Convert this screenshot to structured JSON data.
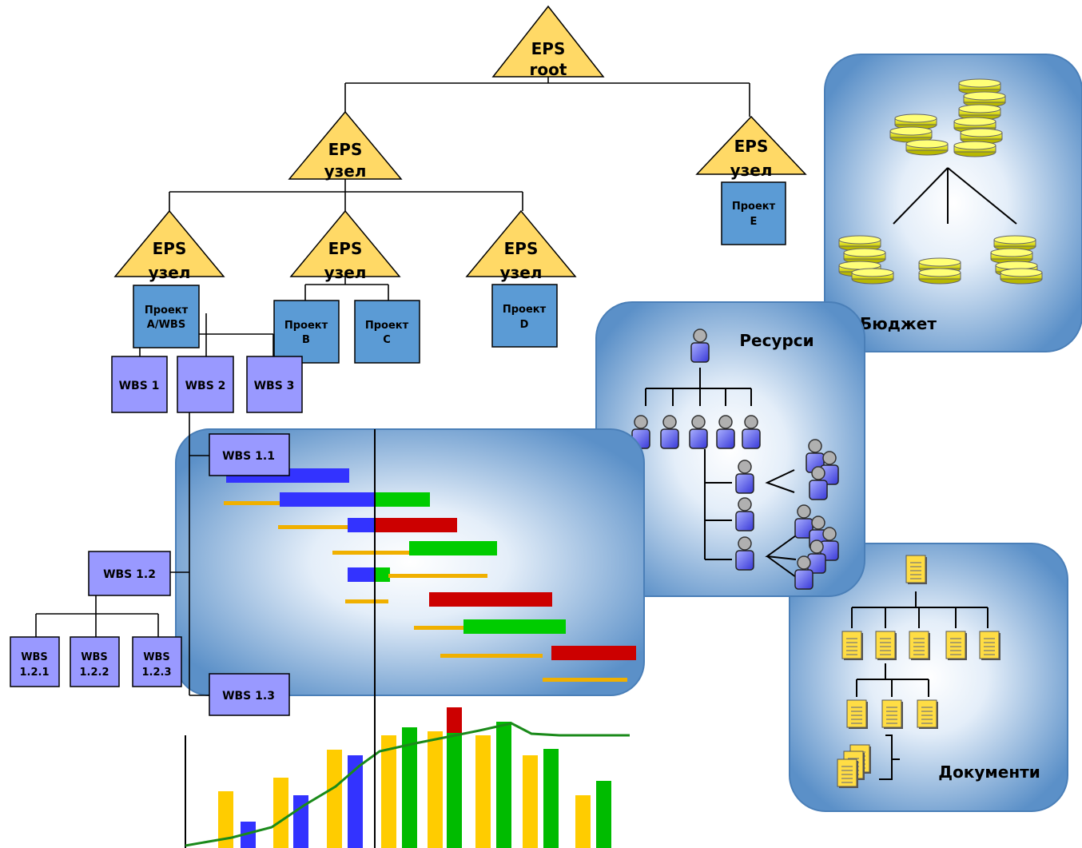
{
  "eps": {
    "root": [
      "EPS",
      "root"
    ],
    "node_top": [
      "EPS",
      "узел"
    ],
    "node_right": [
      "EPS",
      "узел"
    ],
    "node_a": [
      "EPS",
      "узел"
    ],
    "node_bc": [
      "EPS",
      "узел"
    ],
    "node_d": [
      "EPS",
      "узел"
    ]
  },
  "projects": {
    "a": [
      "Проект",
      "A/WBS"
    ],
    "b": [
      "Проект",
      "B"
    ],
    "c": [
      "Проект",
      "C"
    ],
    "d": [
      "Проект",
      "D"
    ],
    "e": [
      "Проект",
      "E"
    ]
  },
  "wbs": {
    "w1": "WBS 1",
    "w2": "WBS 2",
    "w3": "WBS 3",
    "w11": "WBS 1.1",
    "w12": "WBS 1.2",
    "w13": "WBS 1.3",
    "w121": [
      "WBS",
      "1.2.1"
    ],
    "w122": [
      "WBS",
      "1.2.2"
    ],
    "w123": [
      "WBS",
      "1.2.3"
    ]
  },
  "panels": {
    "budget": "Бюджет",
    "resources": "Ресурси",
    "documents": "Документи"
  },
  "colors": {
    "triangle": "#ffd966",
    "project_box": "#5b9bd5",
    "wbs_box": "#9999ff",
    "gantt_blue": "#3333ff",
    "gantt_green": "#00cc00",
    "gantt_red": "#cc0000",
    "gantt_baseline": "#f0b000",
    "hist_yellow": "#ffcc00",
    "hist_blue": "#3333ff",
    "hist_green": "#00bb00",
    "hist_red": "#cc0000",
    "s_curve": "#1a8a1a",
    "coin": "#eeee22",
    "person": "#6666ee",
    "document": "#ffdd44"
  }
}
